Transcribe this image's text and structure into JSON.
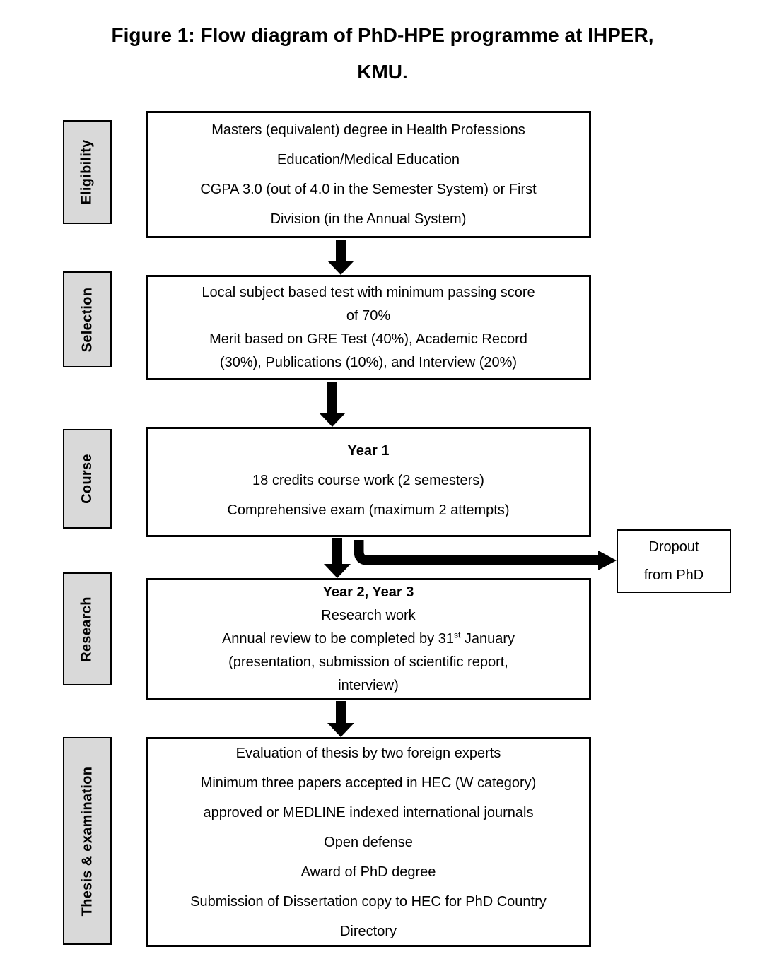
{
  "title": {
    "line1": "Figure 1: Flow diagram of PhD-HPE programme at IHPER,",
    "line2": "KMU."
  },
  "sections": [
    {
      "id": "eligibility",
      "label": "Eligibility",
      "lines": [
        "Masters (equivalent) degree in Health Professions",
        "Education/Medical Education",
        "CGPA 3.0 (out of 4.0 in the Semester System) or First",
        "Division (in the Annual System)"
      ]
    },
    {
      "id": "selection",
      "label": "Selection",
      "lines": [
        "Local subject based test with minimum passing score",
        "of 70%",
        "Merit based on GRE Test (40%), Academic Record",
        "(30%), Publications (10%), and Interview (20%)"
      ]
    },
    {
      "id": "course",
      "label": "Course",
      "lines": [
        "Year 1",
        "18 credits course work (2 semesters)",
        "Comprehensive exam (maximum 2 attempts)"
      ]
    },
    {
      "id": "research",
      "label": "Research",
      "lines": [
        "Year 2, Year 3",
        "Research work",
        {
          "pre": "Annual review to be completed by 31",
          "sup": "st",
          "post": " January"
        },
        "(presentation, submission of scientific report,",
        "interview)"
      ]
    },
    {
      "id": "thesis-examination",
      "label": "Thesis & examination",
      "lines": [
        "Evaluation of thesis by two foreign experts",
        "Minimum three papers accepted in HEC (W category)",
        "approved or MEDLINE indexed international journals",
        "Open defense",
        "Award of PhD degree",
        "Submission of Dissertation copy to HEC for PhD Country",
        "Directory"
      ]
    }
  ],
  "dropout": {
    "line1": "Dropout",
    "line2": "from PhD"
  },
  "colors": {
    "label_fill": "#d9d9d9",
    "border": "#000000",
    "background": "#ffffff"
  }
}
